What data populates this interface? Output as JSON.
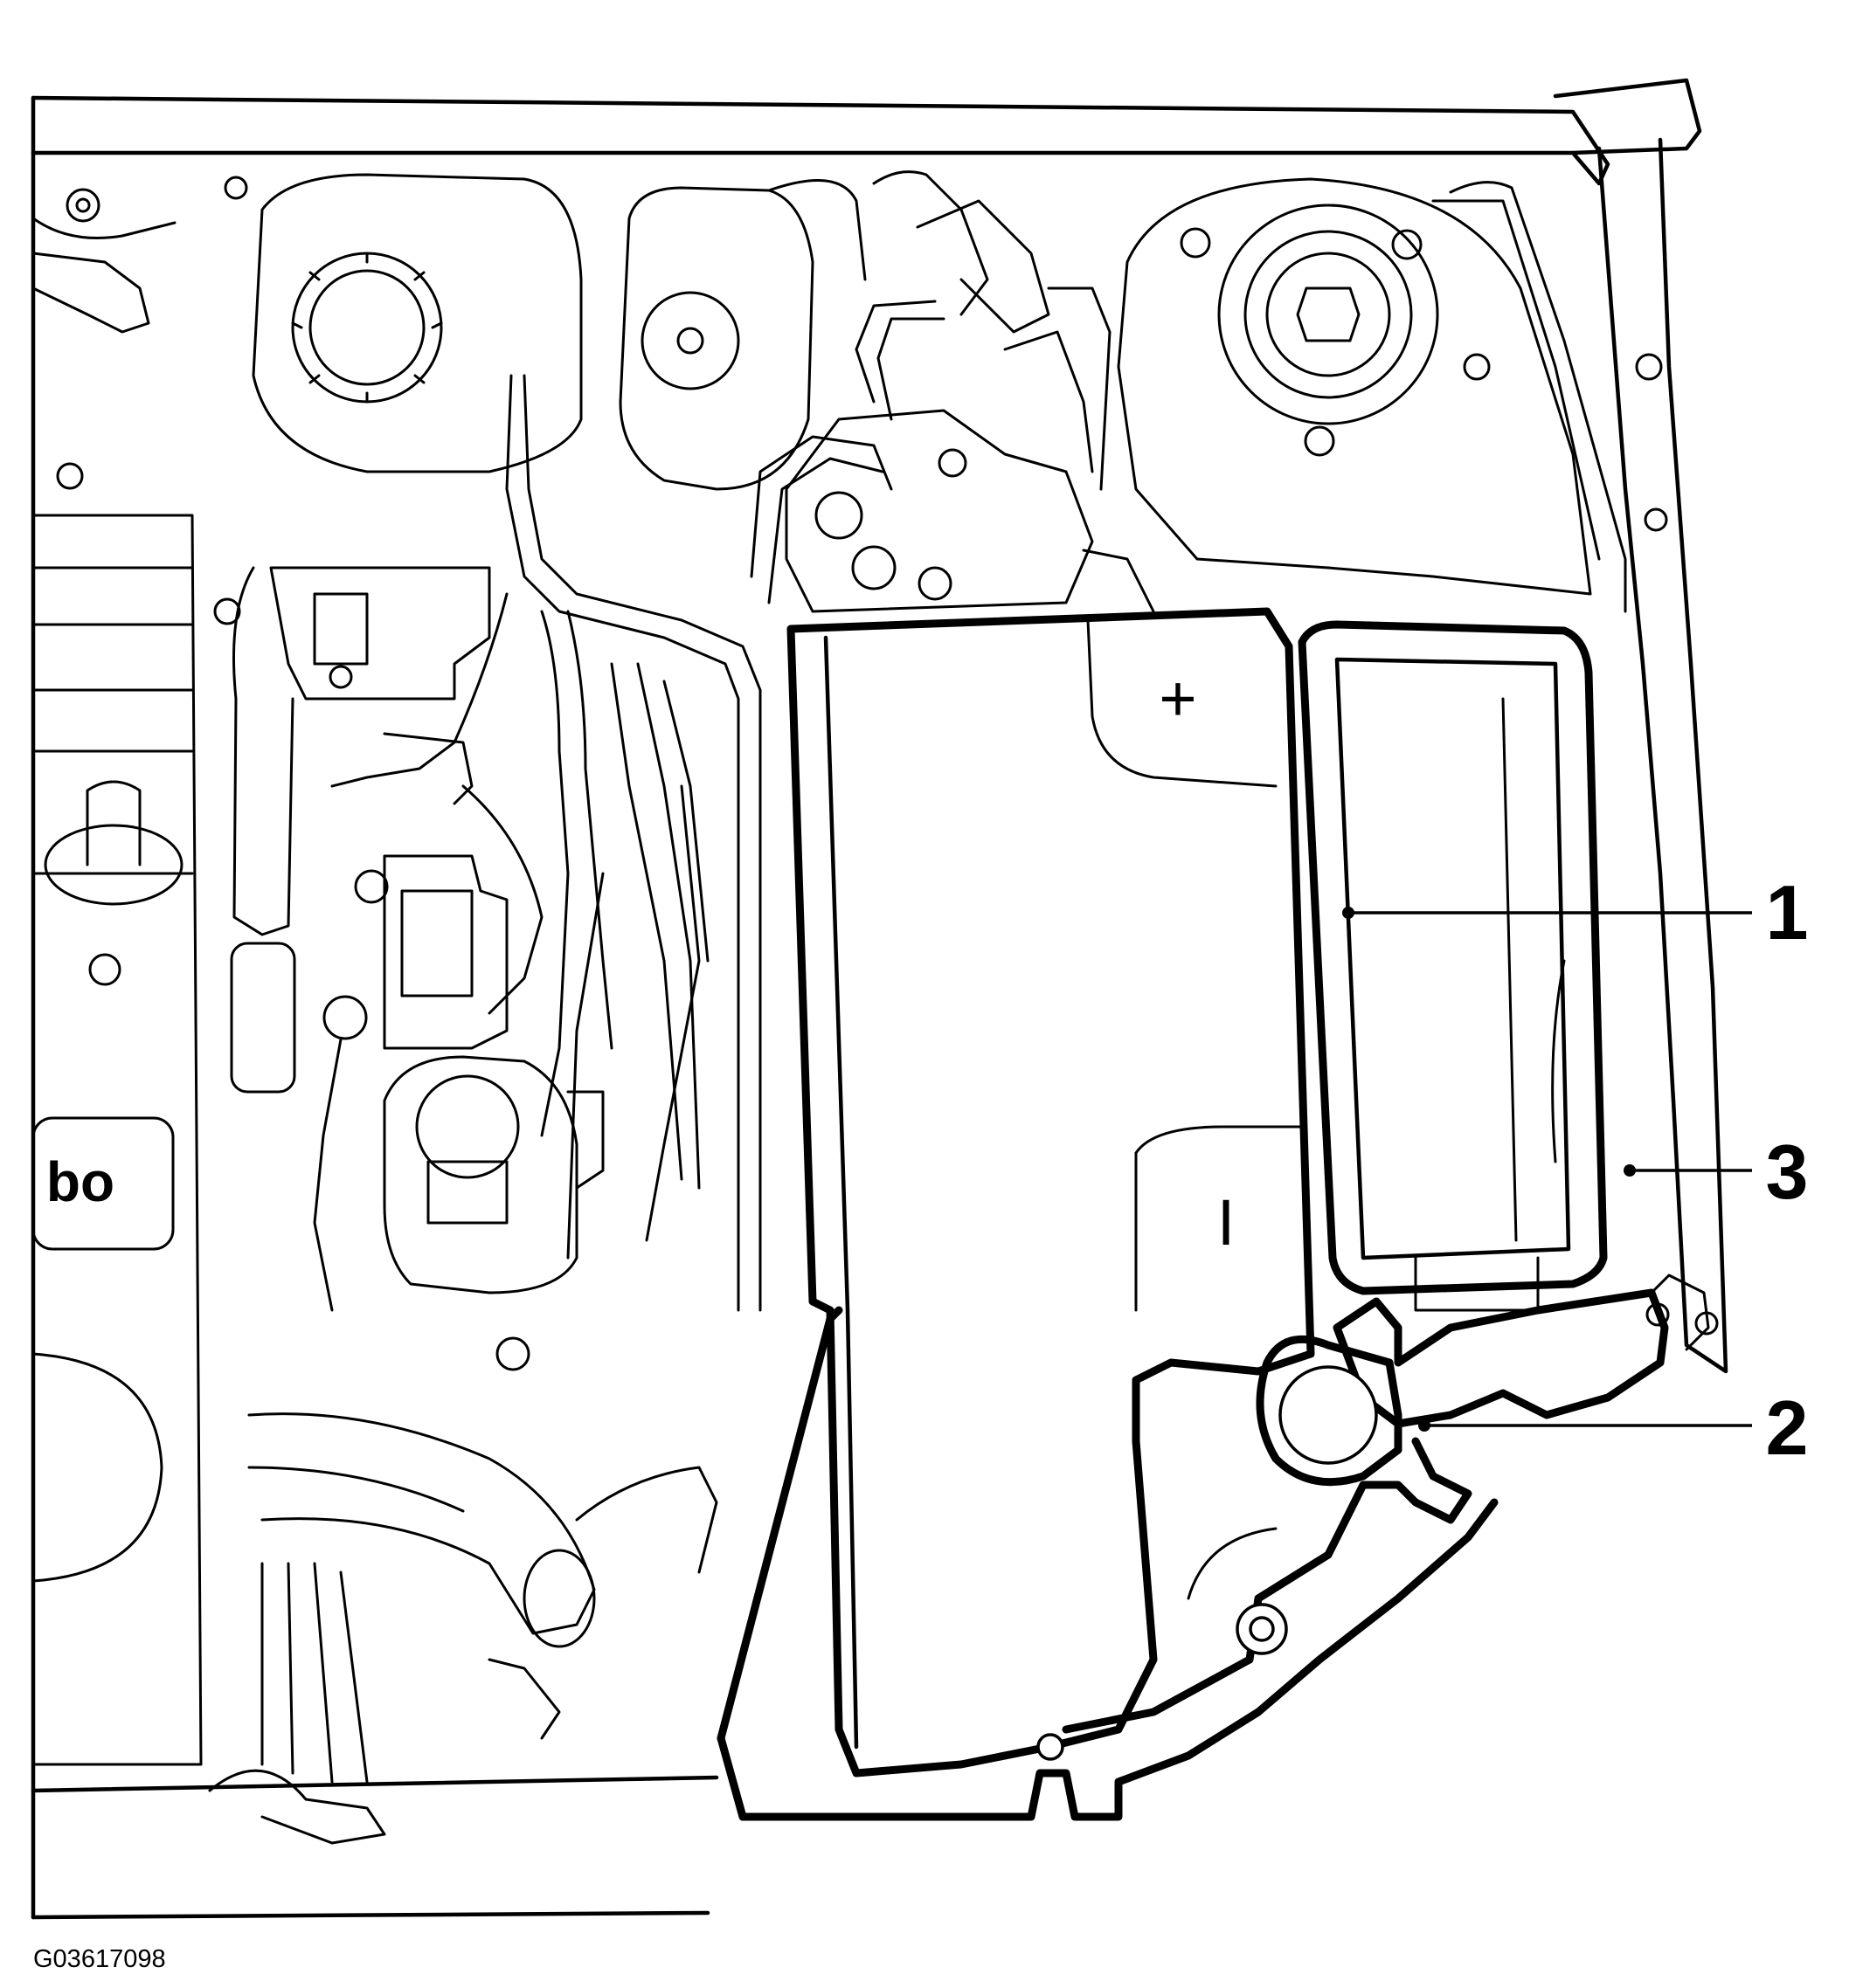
{
  "figure_code": "G03617098",
  "callouts": [
    {
      "id": "1",
      "label": "1"
    },
    {
      "id": "2",
      "label": "2"
    },
    {
      "id": "3",
      "label": "3"
    }
  ],
  "symbols": {
    "plus": "+",
    "minus": "I",
    "logo_text": "bo"
  }
}
